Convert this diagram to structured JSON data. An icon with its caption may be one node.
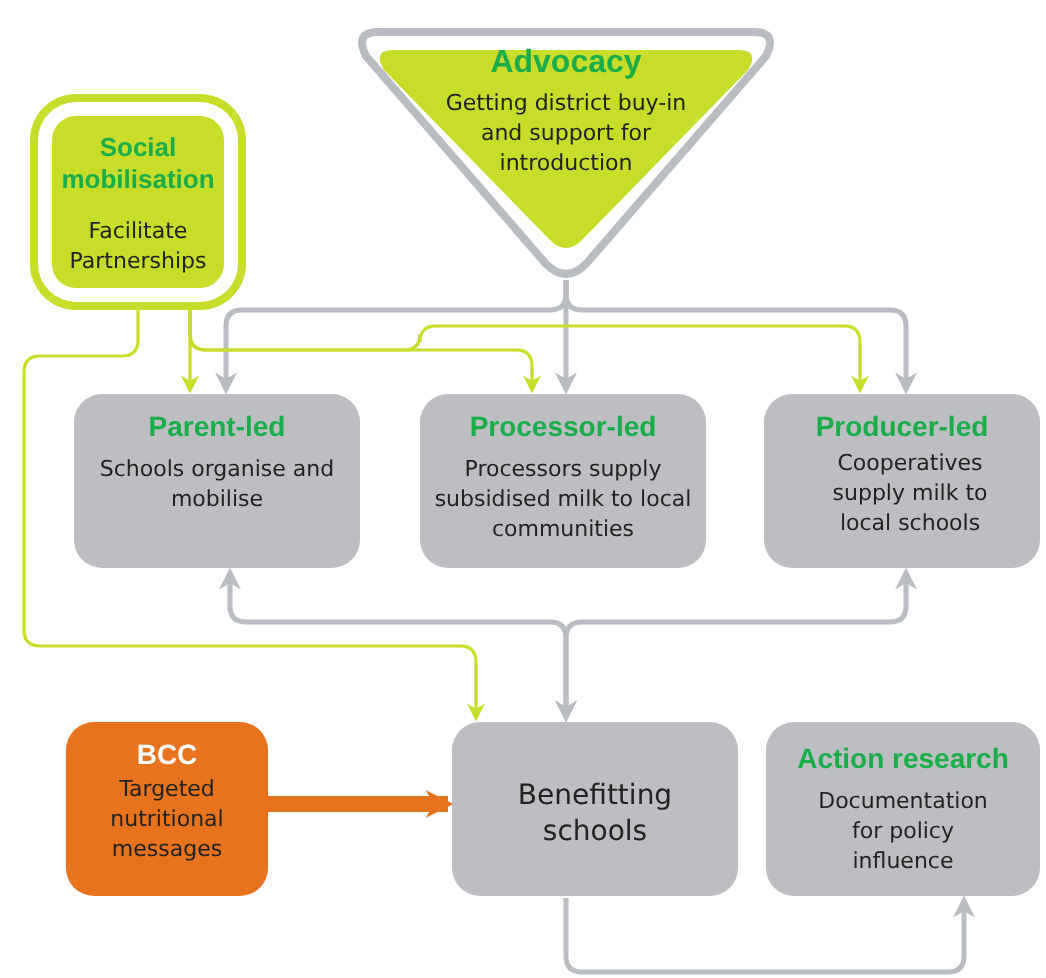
{
  "diagram": {
    "nodes": [
      {
        "text": [
          "Social mobilisation",
          "Facilitate Partnerships"
        ]
      },
      {
        "text": [
          "Advocacy",
          "Getting district buy-in and support for introduction"
        ]
      },
      {
        "text": [
          "Parent-led",
          "Schools organise and mobilise"
        ]
      },
      {
        "text": [
          "Processor-led",
          "Processors supply subsidised milk to local communities"
        ]
      },
      {
        "text": [
          "Producer-led",
          "Cooperatives supply milk to local schools"
        ]
      },
      {
        "text": [
          "BCC",
          "Targeted nutritional messages"
        ]
      },
      {
        "text": [
          "Benefitting schools"
        ]
      },
      {
        "text": [
          "Action research",
          "Documentation for policy influence"
        ]
      }
    ],
    "edges": [
      {
        "from": 1,
        "to": 2,
        "arrow": "to"
      },
      {
        "from": 1,
        "to": 3,
        "arrow": "to"
      },
      {
        "from": 1,
        "to": 4,
        "arrow": "to"
      },
      {
        "from": 0,
        "to": 2,
        "arrow": "to",
        "color": "#c8dc2a"
      },
      {
        "from": 0,
        "to": 3,
        "arrow": "to",
        "color": "#c8dc2a"
      },
      {
        "from": 0,
        "to": 4,
        "arrow": "to",
        "color": "#c8dc2a"
      },
      {
        "from": 0,
        "to": 6,
        "arrow": "to",
        "color": "#c8dc2a"
      },
      {
        "from": 2,
        "to": 6,
        "arrow": "both"
      },
      {
        "from": 4,
        "to": 6,
        "arrow": "both"
      },
      {
        "from": 5,
        "to": 6,
        "arrow": "to",
        "style": "thick",
        "color": "#e8731e"
      },
      {
        "from": 6,
        "to": 7,
        "arrow": "to"
      }
    ]
  }
}
